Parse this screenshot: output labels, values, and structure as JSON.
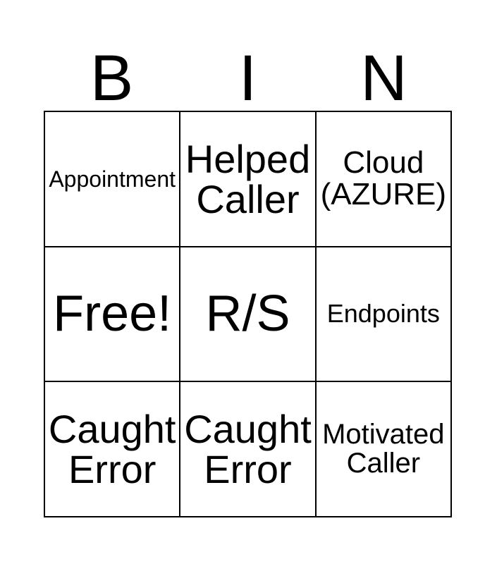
{
  "card": {
    "title": "Bingo Card",
    "columns": 3,
    "rows": 3,
    "background_color": "#ffffff",
    "line_color": "#000000",
    "text_color": "#000000"
  },
  "header": {
    "letters": [
      {
        "label": "B"
      },
      {
        "label": "I"
      },
      {
        "label": "N"
      }
    ]
  },
  "grid": {
    "cells": [
      {
        "text": "Appointment",
        "size": "size-xs",
        "free": false,
        "row": 1,
        "col": 1
      },
      {
        "text": "Helped\nCaller",
        "size": "size-xl",
        "free": false,
        "row": 1,
        "col": 2
      },
      {
        "text": "Cloud\n(AZURE)",
        "size": "size-lg",
        "free": false,
        "row": 1,
        "col": 3
      },
      {
        "text": "Free!",
        "size": "size-xxl",
        "free": true,
        "row": 2,
        "col": 1
      },
      {
        "text": "R/S",
        "size": "size-xxl",
        "free": false,
        "row": 2,
        "col": 2
      },
      {
        "text": "Endpoints",
        "size": "size-sm",
        "free": false,
        "row": 2,
        "col": 3
      },
      {
        "text": "Caught\nError",
        "size": "size-xl",
        "free": false,
        "row": 3,
        "col": 1
      },
      {
        "text": "Caught\nError",
        "size": "size-xl",
        "free": false,
        "row": 3,
        "col": 2
      },
      {
        "text": "Motivated\nCaller",
        "size": "size-md",
        "free": false,
        "row": 3,
        "col": 3
      }
    ]
  }
}
